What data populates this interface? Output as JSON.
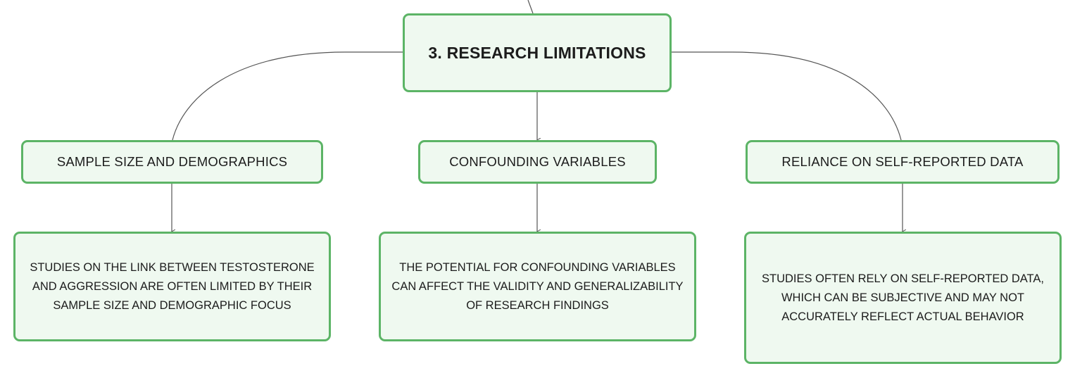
{
  "root": {
    "label": "3. RESEARCH LIMITATIONS"
  },
  "branches": [
    {
      "label": "SAMPLE SIZE AND DEMOGRAPHICS",
      "detail": "STUDIES ON THE LINK BETWEEN TESTOSTERONE AND AGGRESSION ARE OFTEN LIMITED BY THEIR SAMPLE SIZE AND DEMOGRAPHIC FOCUS"
    },
    {
      "label": "CONFOUNDING VARIABLES",
      "detail": "THE POTENTIAL FOR CONFOUNDING VARIABLES CAN AFFECT THE VALIDITY AND GENERALIZABILITY OF RESEARCH FINDINGS"
    },
    {
      "label": "RELIANCE ON SELF-REPORTED DATA",
      "detail": "STUDIES OFTEN RELY ON SELF-REPORTED DATA, WHICH CAN BE SUBJECTIVE AND MAY NOT ACCURATELY REFLECT ACTUAL BEHAVIOR"
    }
  ],
  "colors": {
    "node_fill": "#eff9f0",
    "node_border": "#5cb466",
    "connector": "#555555",
    "text": "#1c1c1c"
  }
}
